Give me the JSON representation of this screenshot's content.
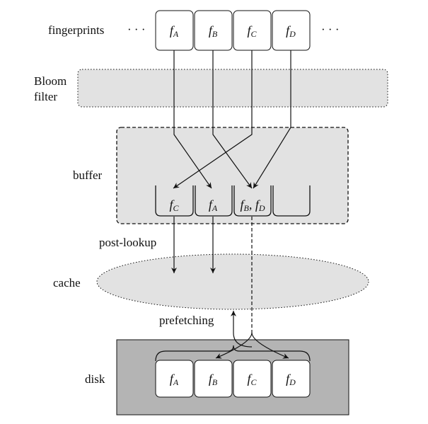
{
  "labels": {
    "fingerprints": "fingerprints",
    "bloom_line1": "Bloom",
    "bloom_line2": "filter",
    "buffer": "buffer",
    "post_lookup": "post-lookup",
    "cache": "cache",
    "prefetching": "prefetching",
    "disk": "disk",
    "ellipsis": "· · ·"
  },
  "fingerprints": [
    {
      "base": "f",
      "sub": "A"
    },
    {
      "base": "f",
      "sub": "B"
    },
    {
      "base": "f",
      "sub": "C"
    },
    {
      "base": "f",
      "sub": "D"
    }
  ],
  "buffer_slots": [
    [
      {
        "base": "f",
        "sub": "C"
      }
    ],
    [
      {
        "base": "f",
        "sub": "A"
      }
    ],
    [
      {
        "base": "f",
        "sub": "B"
      },
      {
        "base": "f",
        "sub": "D"
      }
    ],
    []
  ],
  "buffer_slot_separator": ", ",
  "disk_fingerprints": [
    {
      "base": "f",
      "sub": "A"
    },
    {
      "base": "f",
      "sub": "B"
    },
    {
      "base": "f",
      "sub": "C"
    },
    {
      "base": "f",
      "sub": "D"
    }
  ],
  "colors": {
    "bloom_fill": "#e2e2e2",
    "buffer_fill": "#e2e2e2",
    "cache_fill": "#e2e2e2",
    "disk_fill": "#b4b4b4",
    "box_fill": "#ffffff",
    "stroke": "#111111"
  }
}
